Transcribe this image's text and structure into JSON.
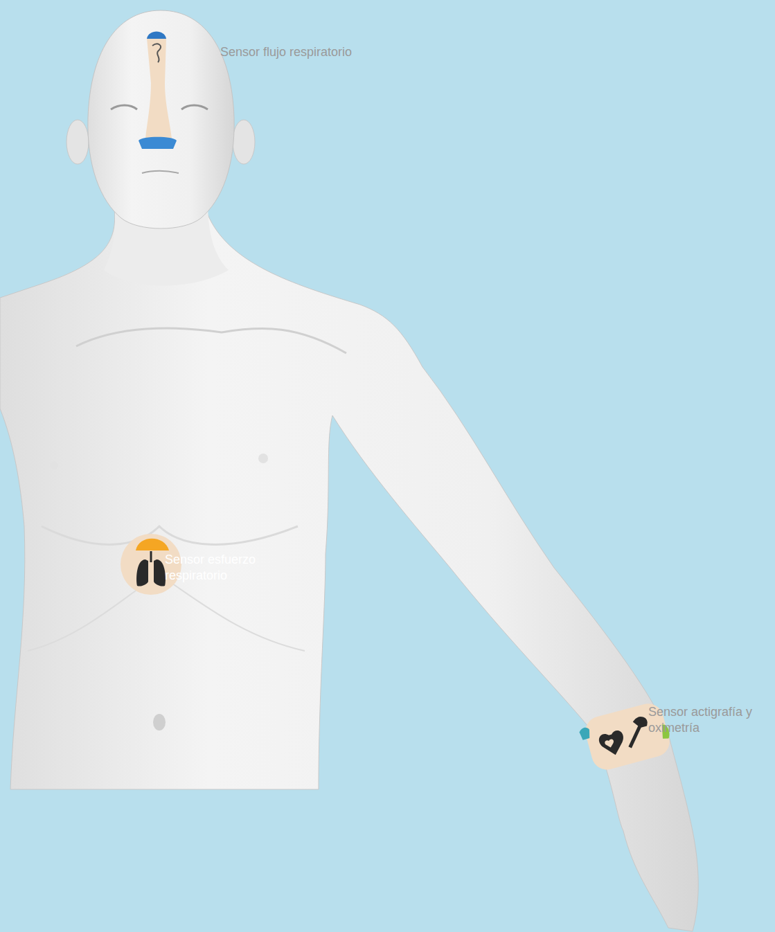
{
  "diagram": {
    "labels": [
      "Sensor flujo respiratorio",
      "Sensor esfuerzo respiratorio",
      "Sensor actigrafía y oximetría"
    ]
  }
}
